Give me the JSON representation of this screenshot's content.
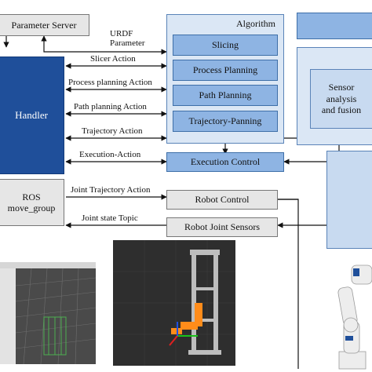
{
  "nodes": {
    "parameter_server": "Parameter Server",
    "algorithm": "Algorithm",
    "slicing": "Slicing",
    "process_planning": "Process Planning",
    "path_planning": "Path Planning",
    "trajectory_panning": "Trajectory-Panning",
    "handler": "Handler",
    "execution_control": "Execution  Control",
    "ros_line1": "ROS",
    "ros_line2": "move_group",
    "robot_control": "Robot Control",
    "robot_joint_sensors": "Robot Joint Sensors",
    "sensor_line1": "Sensor",
    "sensor_line2": "analysis",
    "sensor_line3": "and fusion"
  },
  "edges": {
    "urdf_line1": "URDF",
    "urdf_line2": "Parameter",
    "slicer_action": "Slicer Action",
    "process_planning_action": "Process planning Action",
    "path_planning_action": "Path planning Action",
    "trajectory_action": "Trajectory Action",
    "execution_action": "Execution-Action",
    "joint_trajectory_action": "Joint Trajectory Action",
    "joint_state_topic": "Joint state Topic"
  },
  "colors": {
    "handler": "#1f4f9a",
    "module": "#8eb4e3",
    "container": "#dbe7f5",
    "gray_box": "#e6e6e6"
  }
}
